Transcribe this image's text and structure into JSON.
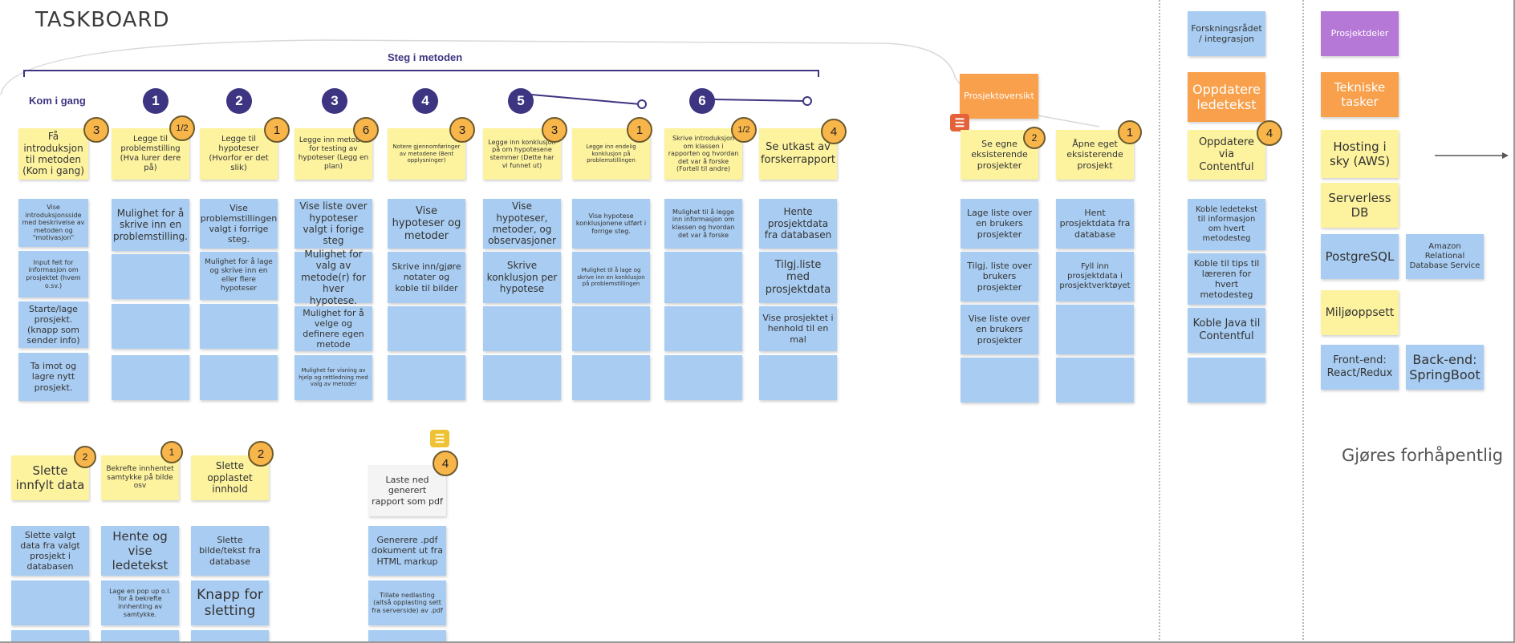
{
  "title": "TASKBOARD",
  "bracket_label": "Steg i metoden",
  "kom_i_gang": "Kom i gang",
  "steps": [
    "1",
    "2",
    "3",
    "4",
    "5",
    "6"
  ],
  "notes": {
    "c0_h": "Få introduksjon til metoden (Kom i gang)",
    "c0_t1": "Vise introduksjonsside med beskrivelse av metoden og \"motivasjon\"",
    "c0_t2": "Input felt for informasjon om prosjektet (hvem o.sv.)",
    "c0_t3": "Starte/lage prosjekt. (knapp som sender info)",
    "c0_t4": "Ta imot og lagre nytt prosjekt.",
    "c1_h": "Legge til problemstilling (Hva lurer dere på)",
    "c1_t1": "Mulighet for å skrive inn en problemstilling.",
    "c2_h": "Legge til hypoteser (Hvorfor er det slik)",
    "c2_t1": "Vise problemstillingen valgt i forrige steg.",
    "c2_t2": "Mulighet for å lage og skrive inn en eller flere hypoteser",
    "c3_h": "Legge inn metoder for testing av hypoteser (Legg en plan)",
    "c3_t1": "Vise liste over hypoteser valgt i forige steg",
    "c3_t2": "Mulighet for valg av metode(r) for hver hypotese.",
    "c3_t3": "Mulighet for å velge og definere egen metode",
    "c3_t4": "Mulighet for visning av hjelp og rettledning med valg av metoder",
    "c4_h": "Notere gjennomføringer av metodene (Bent opplysninger)",
    "c4_t1": "Vise hypoteser og metoder",
    "c4_t2": "Skrive inn/gjøre notater og koble til bilder",
    "c5_h": "Legge inn konklusjon på om hypotesene stemmer (Dette har vi funnet ut)",
    "c5_t1": "Vise hypoteser, metoder, og observasjoner",
    "c5_t2": "Skrive konklusjon per hypotese",
    "c6_h": "Legge inn endelig konklusjon på problemstillingen",
    "c6_t1": "Vise hypotese konklusjonene utført i forrige steg.",
    "c6_t2": "Mulighet til å lage og skrive inn en konklusjon på problemstillingen",
    "c7_h": "Skrive introduksjon om klassen i rapporten og hvordan det var å forske (Fortell til andre)",
    "c7_t1": "Mulighet til å legge inn informasjon om klassen og hvordan det var å forske",
    "c8_h": "Se utkast av forskerrapport",
    "c8_t1": "Hente prosjektdata fra databasen",
    "c8_t2": "Tilgj.liste med prosjektdata",
    "c8_t3": "Vise prosjektet i henhold til en mal",
    "po_label": "Prosjektoversikt",
    "po1_h": "Se egne eksisterende prosjekter",
    "po1_t1": "Lage liste over en brukers prosjekter",
    "po1_t2": "Tilgj. liste over brukers prosjekter",
    "po1_t3": "Vise liste over en brukers prosjekter",
    "po2_h": "Åpne eget eksisterende prosjekt",
    "po2_t1": "Hent prosjektdata fra database",
    "po2_t2": "Fyll inn prosjektdata i prosjektverktøyet",
    "fi_label": "Forskningsrådet / integrasjon",
    "fi_o": "Oppdatere ledetekst",
    "fi_h": "Oppdatere via Contentful",
    "fi_t1": "Koble ledetekst til informasjon om hvert metodesteg",
    "fi_t2": "Koble til tips til læreren for hvert metodesteg",
    "fi_t3": "Koble Java til Contentful",
    "pd_label": "Prosjektdeler",
    "pd_o": "Tekniske tasker",
    "pd_1": "Hosting i sky (AWS)",
    "pd_2": "Serverless DB",
    "pd_3": "PostgreSQL",
    "pd_3b": "Amazon Relational Database Service",
    "pd_4": "Miljøoppsett",
    "pd_5": "Front-end: React/Redux",
    "pd_6": "Back-end: SpringBoot",
    "pd_text": "Gjøres forhåpentlig",
    "r2_1h": "Slette innfylt data",
    "r2_1t1": "Slette valgt data fra valgt prosjekt i databasen",
    "r2_2h": "Bekrefte innhentet samtykke på bilde osv",
    "r2_2t1": "Hente og vise ledetekst",
    "r2_2t2": "Lage en pop up o.l. for å bekrefte innhenting av samtykke.",
    "r2_3h": "Slette opplastet innhold",
    "r2_3t1": "Slette bilde/tekst fra database",
    "r2_3t2": "Knapp for sletting",
    "r2_4h": "Laste ned generert rapport som pdf",
    "r2_4t1": "Generere .pdf dokument ut fra HTML markup",
    "r2_4t2": "Tillate nedlasting (altså opplasting sett fra serverside) av .pdf"
  },
  "badges": {
    "c0": "3",
    "c1": "1/2",
    "c2": "1",
    "c3": "6",
    "c4": "3",
    "c5": "3",
    "c6": "1",
    "c7": "1/2",
    "c8": "4",
    "po1": "2",
    "po2": "1",
    "fi": "4",
    "r2_1": "2",
    "r2_2": "1",
    "r2_3": "2",
    "r2_4": "4"
  },
  "colors": {
    "yellow_note": "#fdf39f",
    "blue_note": "#a9cdf2",
    "orange_note": "#f8a04b",
    "purple_note": "#b678d6",
    "step_circle": "#3d3581",
    "badge": "#f7b54a"
  }
}
